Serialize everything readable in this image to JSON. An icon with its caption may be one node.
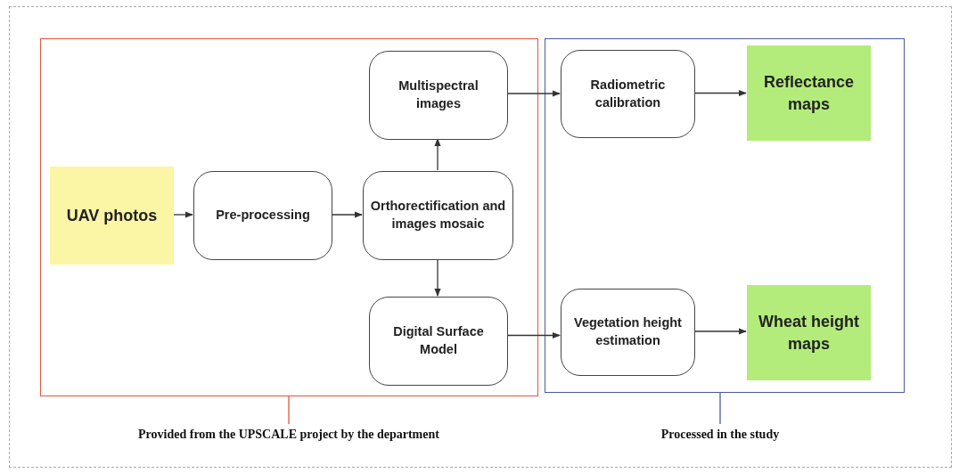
{
  "diagram": {
    "nodes": [
      {
        "text": [],
        "shape": "box"
      },
      {
        "text": [
          "UAV photos"
        ],
        "in": 0
      },
      {
        "text": [
          "Pre-processing"
        ],
        "in": 0
      },
      {
        "text": [
          "Multispectral images"
        ],
        "in": 0
      },
      {
        "text": [
          "Orthorectification and images mosaic"
        ],
        "in": 0
      },
      {
        "text": [
          "Digital Surface Model"
        ],
        "in": 0
      },
      {
        "text": [],
        "shape": "box"
      },
      {
        "text": [
          "Radiometric calibration"
        ],
        "in": 6
      },
      {
        "text": [
          "Reflectance maps"
        ],
        "in": 6
      },
      {
        "text": [
          "Vegetation height estimation"
        ],
        "in": 6
      },
      {
        "text": [
          "Wheat height maps"
        ],
        "in": 6
      },
      {
        "text": [
          "Provided from the UPSCALE project by the department"
        ]
      },
      {
        "text": [
          "Processed in the study"
        ]
      }
    ],
    "edges": [
      {
        "from": 1,
        "to": 2,
        "arrow": "to"
      },
      {
        "from": 2,
        "to": 4,
        "arrow": "to"
      },
      {
        "from": 4,
        "to": 3,
        "arrow": "to"
      },
      {
        "from": 4,
        "to": 5,
        "arrow": "to"
      },
      {
        "from": 3,
        "to": 7,
        "arrow": "to"
      },
      {
        "from": 7,
        "to": 8,
        "arrow": "to"
      },
      {
        "from": 5,
        "to": 9,
        "arrow": "to"
      },
      {
        "from": 9,
        "to": 10,
        "arrow": "to"
      },
      {
        "from": 11,
        "to": 0,
        "arrow": "none",
        "color": "#e0583e"
      },
      {
        "from": 12,
        "to": 6,
        "arrow": "none",
        "color": "#4a5a9c"
      }
    ]
  }
}
